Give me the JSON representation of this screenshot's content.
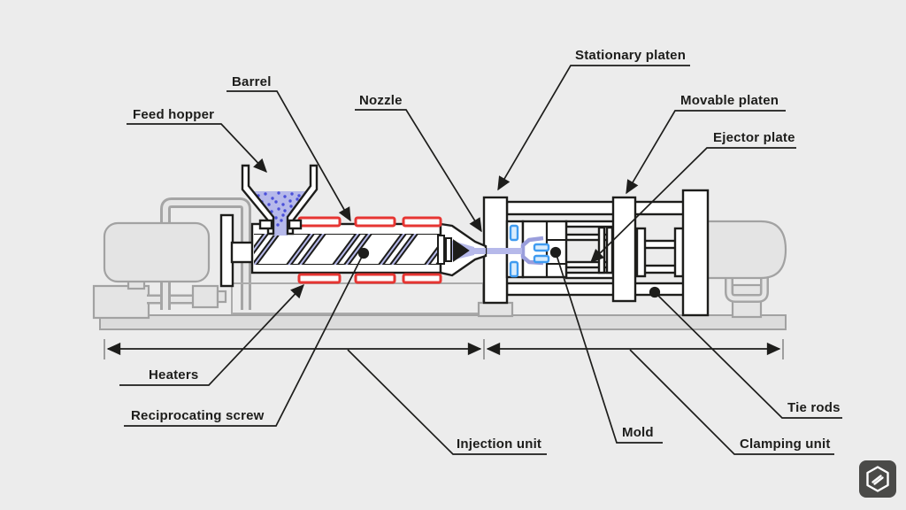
{
  "diagram": {
    "subject": "injection-molding-machine",
    "labels": {
      "feed_hopper": "Feed hopper",
      "barrel": "Barrel",
      "nozzle": "Nozzle",
      "stationary_platen": "Stationary platen",
      "movable_platen": "Movable platen",
      "ejector_plate": "Ejector plate",
      "heaters": "Heaters",
      "reciprocating_screw": "Reciprocating screw",
      "injection_unit": "Injection unit",
      "mold": "Mold",
      "tie_rods": "Tie rods",
      "clamping_unit": "Clamping unit"
    },
    "colors": {
      "background": "#ececec",
      "line_black": "#1d1d1b",
      "machine_gray_fill": "#e4e4e4",
      "machine_gray_stroke": "#a2a2a2",
      "melt_lavender": "#b6b9ea",
      "mold_cavity_purple": "#9a9edc",
      "pellet_blue": "#4b50d9",
      "heater_red": "#e63532",
      "coolant_blue": "#3f9bf0",
      "logo_badge_gray": "#4a4a48"
    }
  }
}
